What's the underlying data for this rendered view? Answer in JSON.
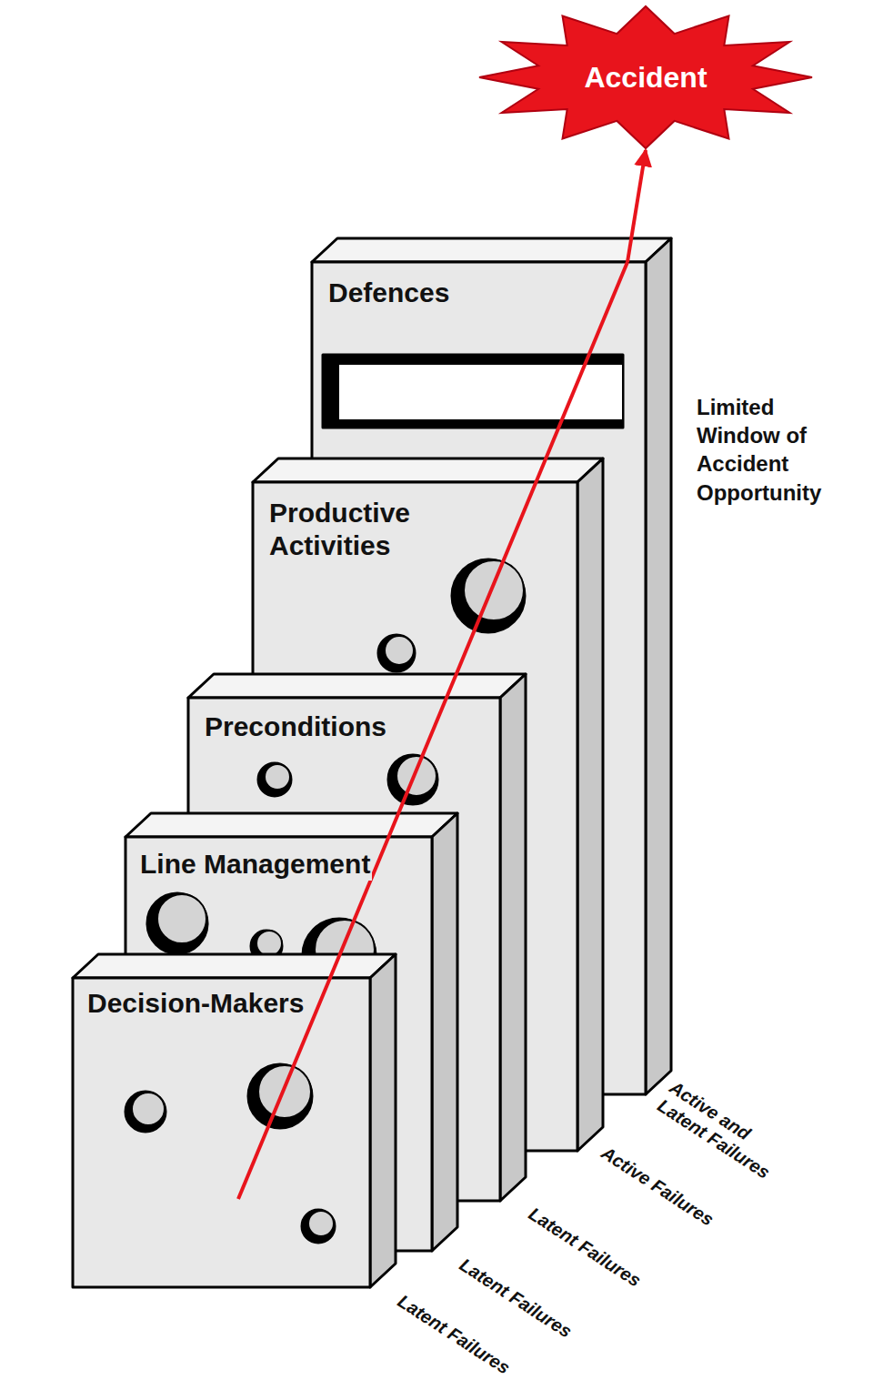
{
  "diagram": {
    "nodes": [
      {
        "text": [
          "Accident"
        ]
      },
      {
        "text": [
          "Defences"
        ]
      },
      {
        "text": [
          "Productive Activities"
        ]
      },
      {
        "text": [
          "Preconditions"
        ]
      },
      {
        "text": [
          "Line Management"
        ]
      },
      {
        "text": [
          "Decision-Makers"
        ]
      }
    ],
    "edges": [
      {
        "from": 1,
        "to": 0,
        "arrow": "to"
      }
    ],
    "labels": [
      "Limited Window of Accident Opportunity",
      "Active and Latent Failures",
      "Active Failures",
      "Latent Failures",
      "Latent Failures",
      "Latent Failures"
    ]
  }
}
